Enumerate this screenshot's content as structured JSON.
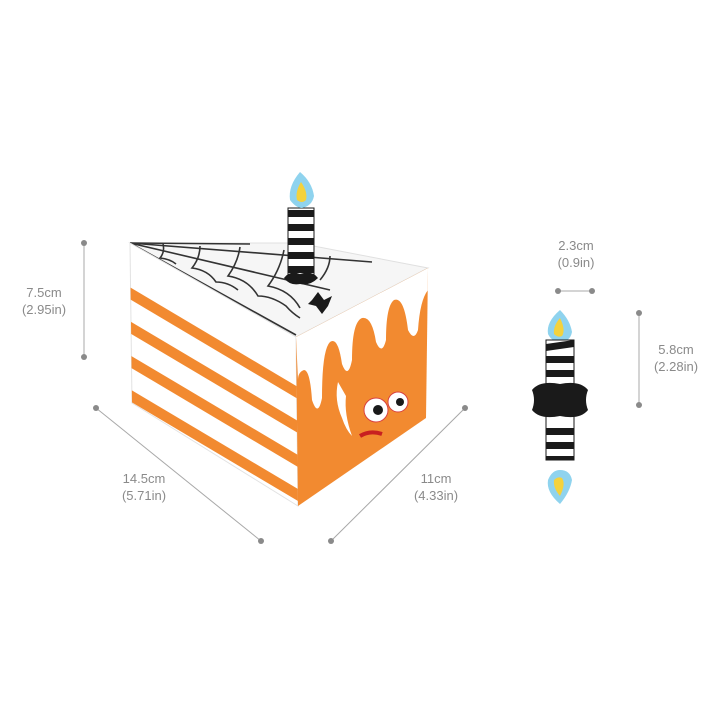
{
  "dimensions": {
    "height": {
      "metric": "7.5cm",
      "imperial": "(2.95in)"
    },
    "length": {
      "metric": "14.5cm",
      "imperial": "(5.71in)"
    },
    "width": {
      "metric": "11cm",
      "imperial": "(4.33in)"
    },
    "candle_width": {
      "metric": "2.3cm",
      "imperial": "(0.9in)"
    },
    "candle_height": {
      "metric": "5.8cm",
      "imperial": "(2.28in)"
    }
  },
  "colors": {
    "orange": "#f28a30",
    "dim_line": "#9a9a9a",
    "text": "#8a8a8a",
    "black": "#1a1a1a",
    "flame_outer": "#8fd3ee",
    "flame_inner": "#f4d23c"
  }
}
